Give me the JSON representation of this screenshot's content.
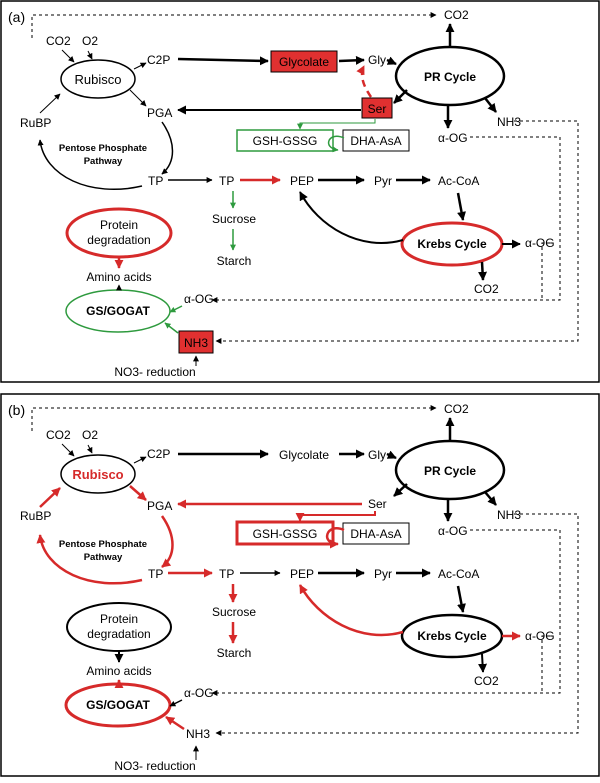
{
  "colors": {
    "red": "#d62a2a",
    "green": "#2e9a3e",
    "black": "#000000",
    "highlight": "#e03030"
  },
  "panels": [
    {
      "label": "(a)",
      "nodes": {
        "co2_top": "CO2",
        "co2_left": "CO2",
        "o2": "O2",
        "rubisco": "Rubisco",
        "c2p": "C2P",
        "glycolate": "Glycolate",
        "gly": "Gly",
        "pr_cycle": "PR Cycle",
        "rubp": "RuBP",
        "pga": "PGA",
        "ser": "Ser",
        "nh3_right": "NH3",
        "alpha_og_pr": "α-OG",
        "gsh": "GSH-GSSG",
        "dha": "DHA-AsA",
        "ppp_line1": "Pentose Phosphate",
        "ppp_line2": "Pathway",
        "tp1": "TP",
        "tp2": "TP",
        "pep": "PEP",
        "pyr": "Pyr",
        "acoa": "Ac-CoA",
        "sucrose": "Sucrose",
        "starch": "Starch",
        "protein1": "Protein",
        "protein2": "degradation",
        "krebs": "Krebs Cycle",
        "alpha_og_krebs": "α-OG",
        "amino": "Amino acids",
        "co2_krebs": "CO2",
        "alpha_og_gs": "α-OG",
        "gs_gogat": "GS/GOGAT",
        "nh3_gs": "NH3",
        "no3": "NO3- reduction"
      }
    },
    {
      "label": "(b)",
      "nodes": {
        "co2_top": "CO2",
        "co2_left": "CO2",
        "o2": "O2",
        "rubisco": "Rubisco",
        "c2p": "C2P",
        "glycolate": "Glycolate",
        "gly": "Gly",
        "pr_cycle": "PR Cycle",
        "rubp": "RuBP",
        "pga": "PGA",
        "ser": "Ser",
        "nh3_right": "NH3",
        "alpha_og_pr": "α-OG",
        "gsh": "GSH-GSSG",
        "dha": "DHA-AsA",
        "ppp_line1": "Pentose Phosphate",
        "ppp_line2": "Pathway",
        "tp1": "TP",
        "tp2": "TP",
        "pep": "PEP",
        "pyr": "Pyr",
        "acoa": "Ac-CoA",
        "sucrose": "Sucrose",
        "starch": "Starch",
        "protein1": "Protein",
        "protein2": "degradation",
        "krebs": "Krebs Cycle",
        "alpha_og_krebs": "α-OG",
        "amino": "Amino acids",
        "co2_krebs": "CO2",
        "alpha_og_gs": "α-OG",
        "gs_gogat": "GS/GOGAT",
        "nh3_gs": "NH3",
        "no3": "NO3- reduction"
      }
    }
  ]
}
